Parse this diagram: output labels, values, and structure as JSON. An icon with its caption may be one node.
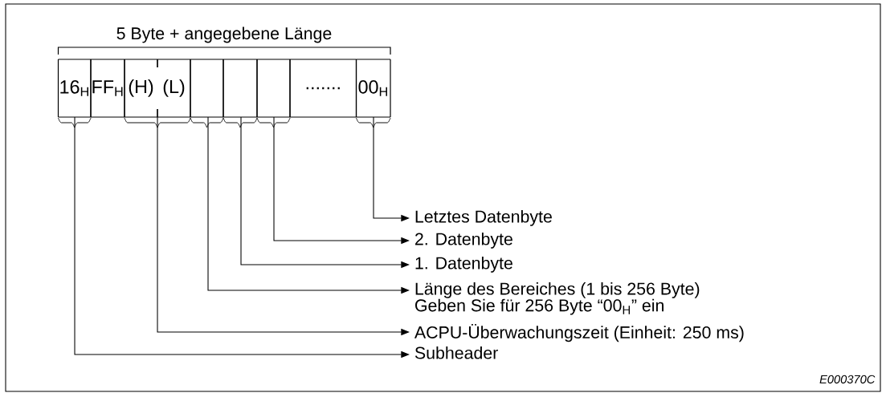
{
  "diagram": {
    "title": "5 Byte + angegebene Länge",
    "nodes": [
      {
        "text": [
          "16$_{H}$"
        ]
      },
      {
        "text": [
          "FF$_{H}$"
        ]
      },
      {
        "text": [
          "(H)"
        ]
      },
      {
        "text": [
          "(L)"
        ]
      },
      {
        "text": [],
        "shape": "box"
      },
      {
        "text": [],
        "shape": "box"
      },
      {
        "text": [],
        "shape": "box"
      },
      {
        "text": [
          "......."
        ]
      },
      {
        "text": [
          "00$_{H}$"
        ]
      },
      {
        "text": [
          "Letztes Datenbyte"
        ]
      },
      {
        "text": [
          "2. Datenbyte"
        ]
      },
      {
        "text": [
          "1. Datenbyte"
        ]
      },
      {
        "text": [
          "Länge des Bereiches (1 bis 256 Byte)",
          "Geben Sie für 256 Byte “00$_{H}$” ein"
        ]
      },
      {
        "text": [
          "ACPU-Überwachungszeit (Einheit: 250 ms)"
        ]
      },
      {
        "text": [
          "Subheader"
        ]
      }
    ],
    "edges": [
      {
        "from": 8,
        "to": 9,
        "arrow": "to"
      },
      {
        "from": 6,
        "to": 10,
        "arrow": "to"
      },
      {
        "from": 5,
        "to": 11,
        "arrow": "to"
      },
      {
        "from": 4,
        "to": 12,
        "arrow": "to"
      },
      {
        "from": 2,
        "to": 13,
        "arrow": "to"
      },
      {
        "from": 3,
        "to": 13,
        "arrow": "to"
      },
      {
        "from": 0,
        "to": 14,
        "arrow": "to"
      }
    ],
    "labels": [
      "E000370C"
    ]
  }
}
